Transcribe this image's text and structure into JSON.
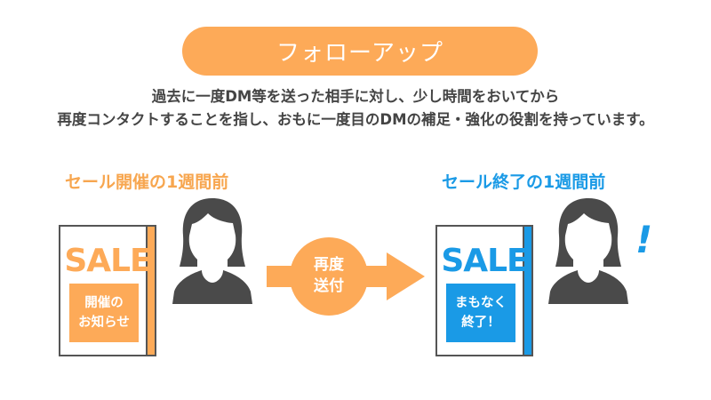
{
  "title": "フォローアップ",
  "description": {
    "line1": "過去に一度DM等を送った相手に対し、少し時間をおいてから",
    "line2": "再度コンタクトすることを指し、おもに一度目のDMの補足・強化の役割を持っています。"
  },
  "colors": {
    "orange": "#fdaa58",
    "heading_orange": "#f7a64f",
    "blue": "#1a9ae6",
    "person": "#4a4a4a",
    "text": "#444444"
  },
  "left": {
    "heading": "セール開催の1週間前",
    "book_title": "SALE",
    "label_line1": "開催の",
    "label_line2": "お知らせ",
    "person_icon": "woman-avatar-icon"
  },
  "arrow": {
    "line1": "再度",
    "line2": "送付",
    "icon": "arrow-right-icon"
  },
  "right": {
    "heading": "セール終了の1週間前",
    "book_title": "SALE",
    "label_line1": "まもなく",
    "label_line2": "終了！",
    "person_icon": "woman-avatar-icon",
    "exclamation": "!"
  }
}
